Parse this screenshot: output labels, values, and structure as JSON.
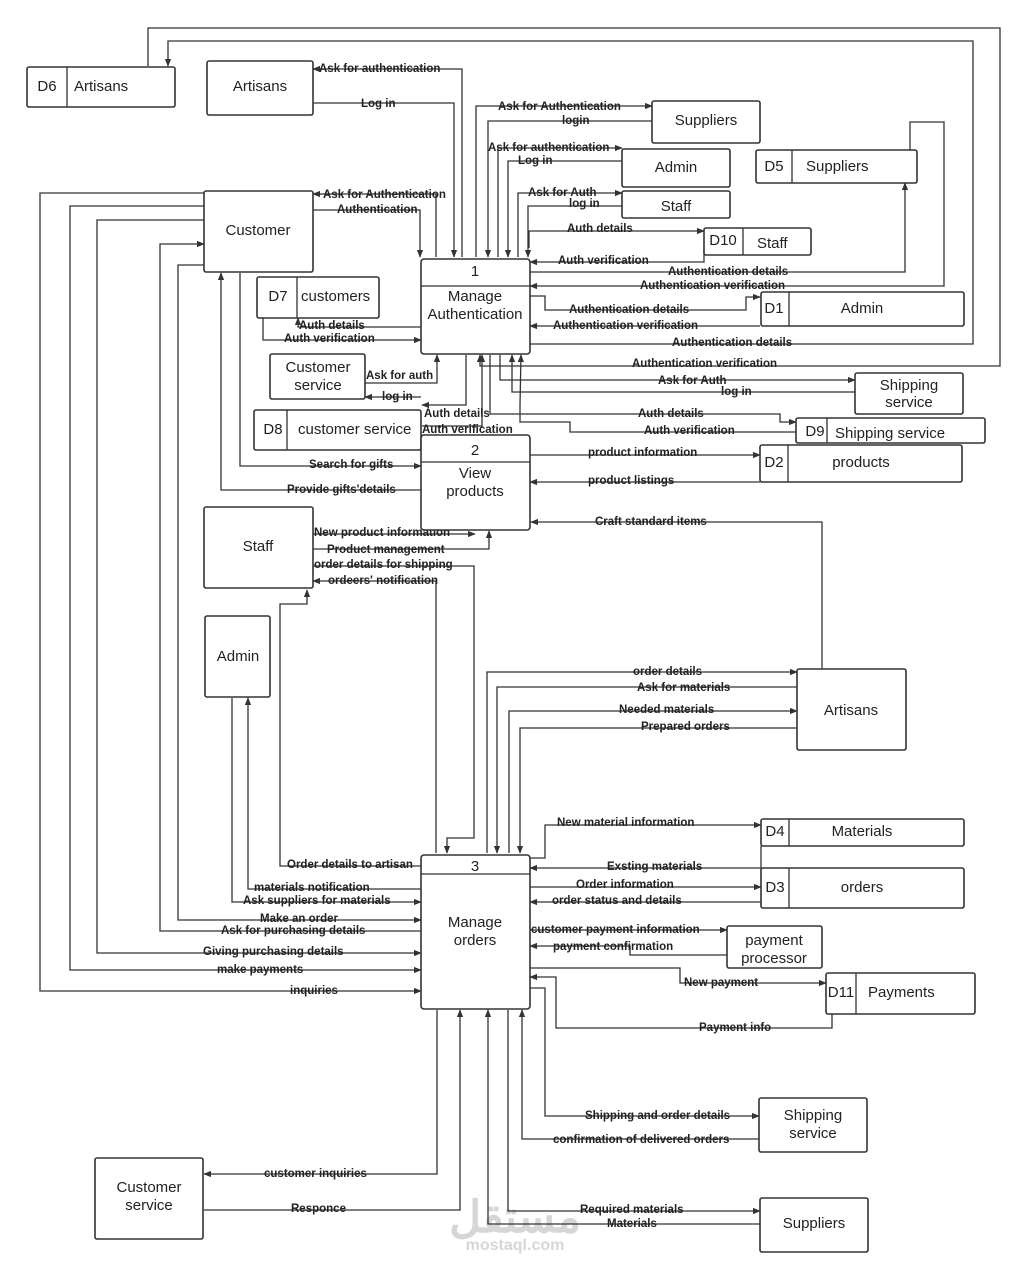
{
  "watermark": {
    "arabic": "مستقل",
    "url": "mostaql.com"
  },
  "external_entities": {
    "artisans_top": "Artisans",
    "customer": "Customer",
    "customer_service_small": [
      "Customer",
      "service"
    ],
    "staff": "Staff",
    "admin_left": "Admin",
    "suppliers_top": "Suppliers",
    "admin_top": "Admin",
    "staff_top": "Staff",
    "shipping_top": [
      "Shipping",
      "service"
    ],
    "artisans_right": "Artisans",
    "payment_processor": [
      "payment",
      "processor"
    ],
    "shipping_bottom": [
      "Shipping",
      "service"
    ],
    "customer_service_bottom": [
      "Customer",
      "service"
    ],
    "suppliers_bottom": "Suppliers"
  },
  "processes": {
    "p1": {
      "number": "1",
      "name": [
        "Manage",
        "Authentication"
      ]
    },
    "p2": {
      "number": "2",
      "name": [
        "View",
        "products"
      ]
    },
    "p3": {
      "number": "3",
      "name": [
        "Manage",
        "orders"
      ]
    }
  },
  "data_stores": {
    "d6": {
      "id": "D6",
      "name": "Artisans"
    },
    "d5": {
      "id": "D5",
      "name": "Suppliers"
    },
    "d10": {
      "id": "D10",
      "name": "Staff"
    },
    "d7": {
      "id": "D7",
      "name": "customers"
    },
    "d1": {
      "id": "D1",
      "name": "Admin"
    },
    "d8": {
      "id": "D8",
      "name": "customer service"
    },
    "d9": {
      "id": "D9",
      "name": "Shipping service"
    },
    "d2": {
      "id": "D2",
      "name": "products"
    },
    "d4": {
      "id": "D4",
      "name": "Materials"
    },
    "d3": {
      "id": "D3",
      "name": "orders"
    },
    "d11": {
      "id": "D11",
      "name": "Payments"
    }
  },
  "flows": {
    "art_ask_auth": "Ask for authentication",
    "art_login": "Log in",
    "sup_ask_auth": "Ask for Authentication",
    "sup_login": "login",
    "adm_ask_auth": "Ask for authentication",
    "adm_login": "Log in",
    "cus_ask_auth": "Ask for Authentication",
    "cus_auth": "Authentication",
    "stf_ask_auth": "Ask for Auth",
    "stf_login": "log in",
    "d10_details": "Auth details",
    "d10_verif": "Auth verification",
    "d5_details": "Authentication details",
    "d5_verif": "Authentication verification",
    "d7_details": "Auth details",
    "d7_verif": "Auth verification",
    "d1_details": "Authentication details",
    "d1_verif": "Authentication verification",
    "d6_details": "Authentication details",
    "d6_verif": "Authentication verification",
    "cs_ask_auth": "Ask for auth",
    "cs_login": "log in",
    "ship_ask_auth": "Ask for Auth",
    "ship_login": "log in",
    "d9_details": "Auth details",
    "d9_verif": "Auth verification",
    "d8_details": "Auth details",
    "d8_verif": "Auth verification",
    "search_gifts": "Search for gifts",
    "provide_gifts": "Provide gifts'details",
    "product_info": "product information",
    "product_listings": "product listings",
    "new_product_info": "New product information",
    "product_mgmt": "Product management",
    "craft_items": "Craft standard items",
    "order_details_shipping": "order details for shipping",
    "orders_notification": "ordeers' notification",
    "art_order_details": "order details",
    "art_ask_materials": "Ask for materials",
    "art_needed_materials": "Needed materials",
    "art_prepared_orders": "Prepared orders",
    "new_material_info": "New material information",
    "existing_materials": "Exsting materials",
    "order_details_artisan": "Order details to artisan",
    "order_information": "Order information",
    "order_status": "order status and details",
    "materials_notification": "materials notification",
    "ask_suppliers": "Ask suppliers for materials",
    "make_order": "Make an order",
    "ask_purchasing": "Ask for purchasing details",
    "giving_purchasing": "Giving purchasing details",
    "make_payments": "make payments",
    "inquiries": "inquiries",
    "cust_payment_info": "customer payment information",
    "payment_confirmation": "payment confirmation",
    "new_payment": "New payment",
    "payment_info": "Payment info",
    "shipping_order_details": "Shipping and order details",
    "confirm_delivered": "confirmation of delivered orders",
    "customer_inquiries": "customer inquiries",
    "responce": "Responce",
    "required_materials": "Required materials",
    "materials": "Materials"
  }
}
